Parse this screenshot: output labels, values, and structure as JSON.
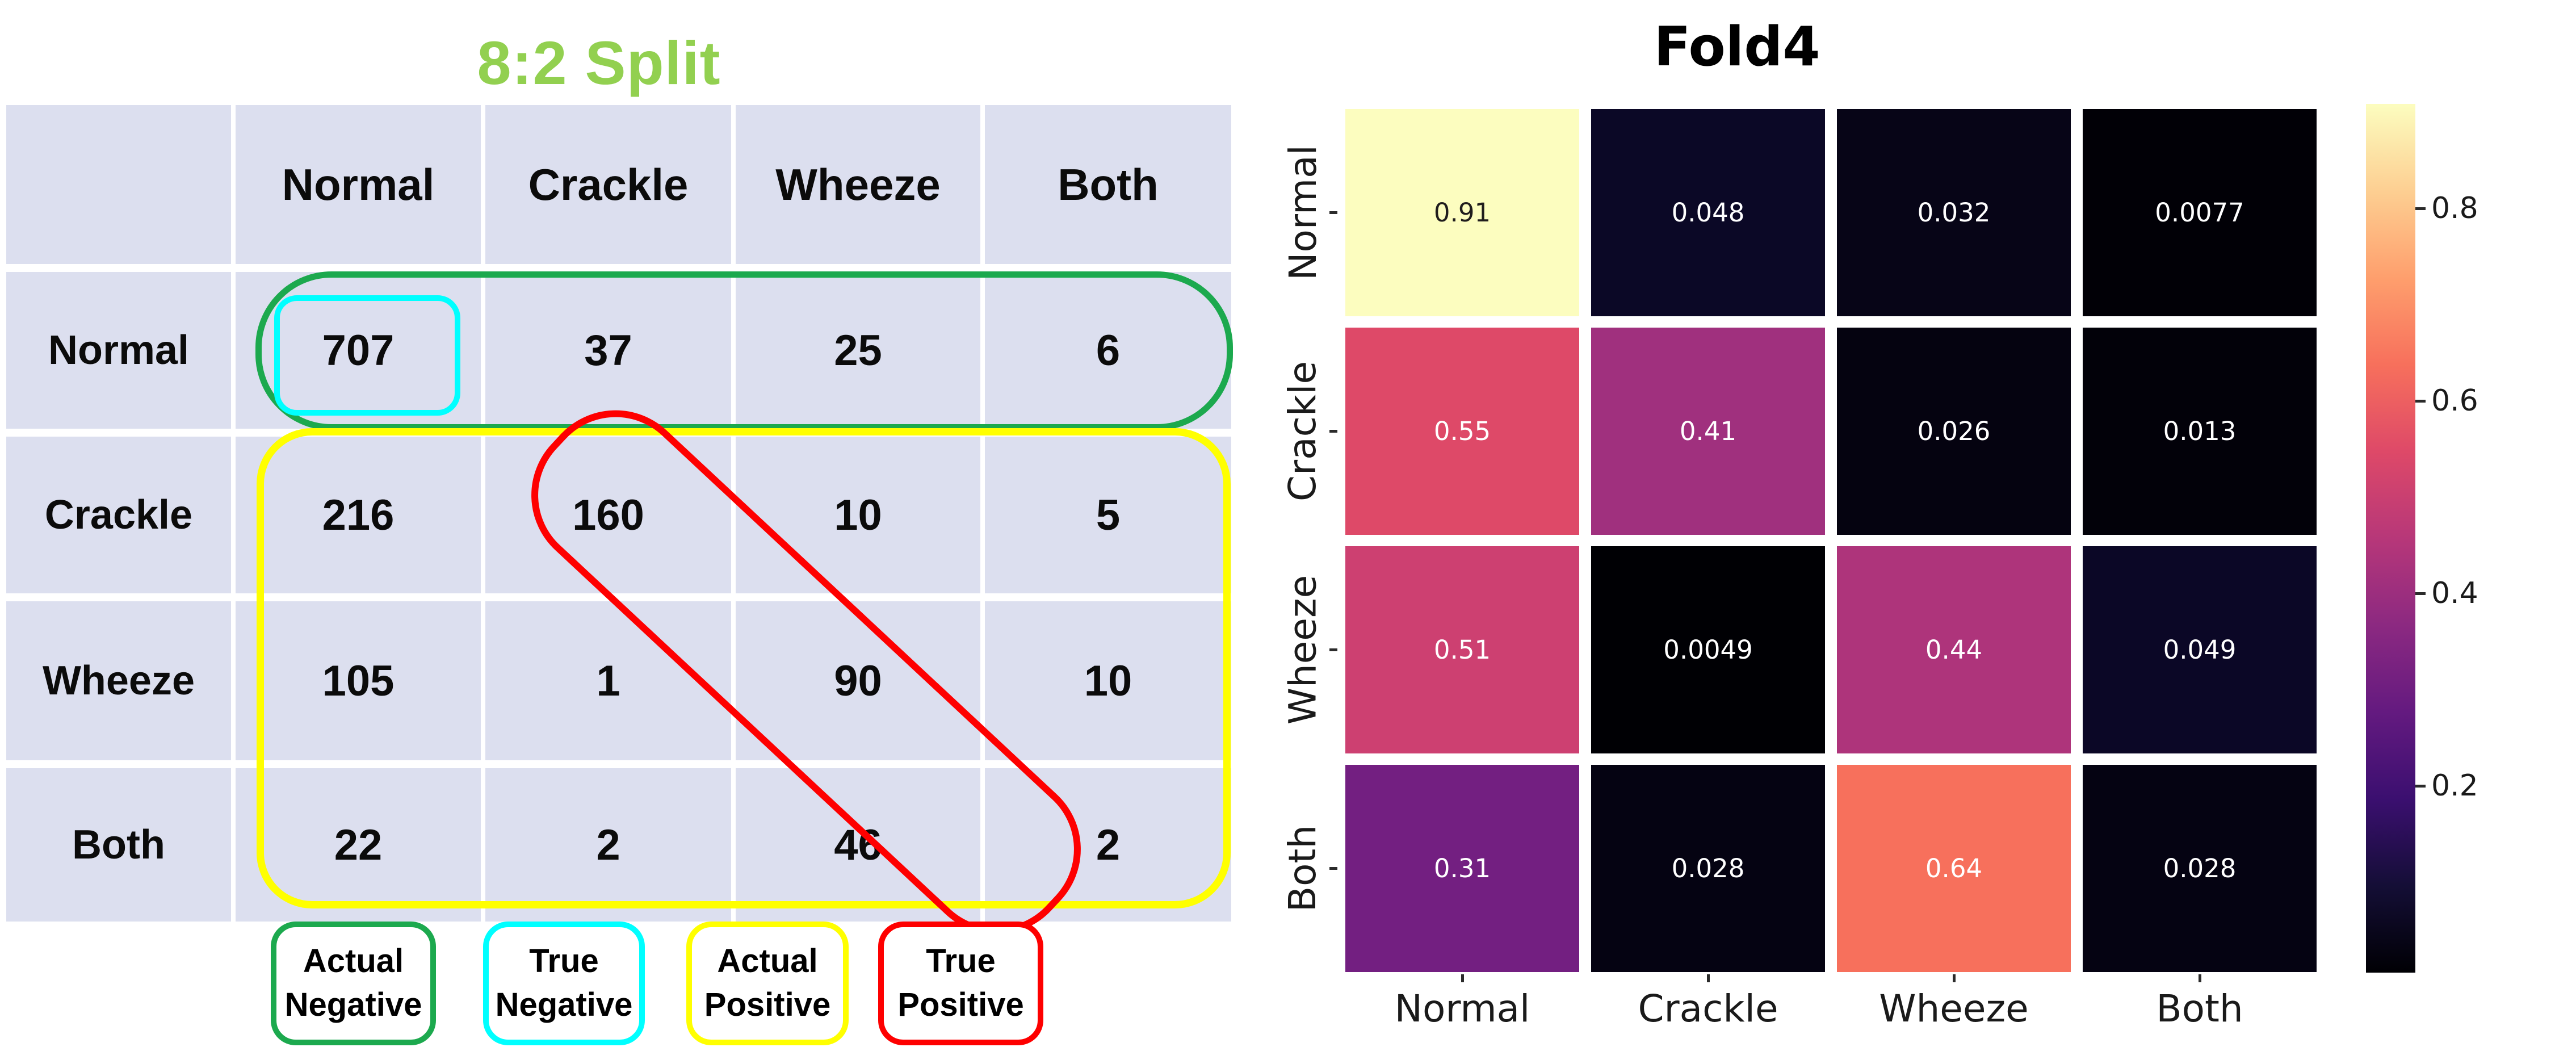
{
  "left_panel": {
    "title": "8:2 Split",
    "title_color": "#92d050",
    "table_bg": "#dcdfef",
    "col_headers": [
      "Normal",
      "Crackle",
      "Wheeze",
      "Both"
    ],
    "row_headers": [
      "Normal",
      "Crackle",
      "Wheeze",
      "Both"
    ],
    "matrix": [
      [
        "707",
        "37",
        "25",
        "6"
      ],
      [
        "216",
        "160",
        "10",
        "5"
      ],
      [
        "105",
        "1",
        "90",
        "10"
      ],
      [
        "22",
        "2",
        "46",
        "2"
      ]
    ],
    "legend": [
      {
        "label": "Actual\nNegative",
        "color": "#1ca94e"
      },
      {
        "label": "True\nNegative",
        "color": "#00ffff"
      },
      {
        "label": "Actual\nPositive",
        "color": "#ffff00"
      },
      {
        "label": "True\nPositive",
        "color": "#fe0000"
      }
    ]
  },
  "right_panel": {
    "title": "Fold4",
    "x_labels": [
      "Normal",
      "Crackle",
      "Wheeze",
      "Both"
    ],
    "y_labels": [
      "Normal",
      "Crackle",
      "Wheeze",
      "Both"
    ],
    "cells": [
      {
        "v": "0.91",
        "bg": "#fcfdbf",
        "fg": "#201d1d"
      },
      {
        "v": "0.048",
        "bg": "#0b0826",
        "fg": "#ffffff"
      },
      {
        "v": "0.032",
        "bg": "#070517",
        "fg": "#ffffff"
      },
      {
        "v": "0.0077",
        "bg": "#010006",
        "fg": "#ffffff"
      },
      {
        "v": "0.55",
        "bg": "#de4968",
        "fg": "#ffffff"
      },
      {
        "v": "0.41",
        "bg": "#a0307e",
        "fg": "#ffffff"
      },
      {
        "v": "0.026",
        "bg": "#050310",
        "fg": "#ffffff"
      },
      {
        "v": "0.013",
        "bg": "#020109",
        "fg": "#ffffff"
      },
      {
        "v": "0.51",
        "bg": "#cd4071",
        "fg": "#ffffff"
      },
      {
        "v": "0.0049",
        "bg": "#000004",
        "fg": "#ffffff"
      },
      {
        "v": "0.44",
        "bg": "#ae347b",
        "fg": "#ffffff"
      },
      {
        "v": "0.049",
        "bg": "#0b0726",
        "fg": "#ffffff"
      },
      {
        "v": "0.31",
        "bg": "#731f81",
        "fg": "#ffffff"
      },
      {
        "v": "0.028",
        "bg": "#050312",
        "fg": "#ffffff"
      },
      {
        "v": "0.64",
        "bg": "#f7705c",
        "fg": "#ffffff"
      },
      {
        "v": "0.028",
        "bg": "#050312",
        "fg": "#ffffff"
      }
    ],
    "colorbar": {
      "tick_labels": [
        "0.8",
        "0.6",
        "0.4",
        "0.2"
      ]
    }
  },
  "chart_data": [
    {
      "type": "table",
      "title": "8:2 Split",
      "columns": [
        "Normal",
        "Crackle",
        "Wheeze",
        "Both"
      ],
      "rows": [
        "Normal",
        "Crackle",
        "Wheeze",
        "Both"
      ],
      "values": [
        [
          707,
          37,
          25,
          6
        ],
        [
          216,
          160,
          10,
          5
        ],
        [
          105,
          1,
          90,
          10
        ],
        [
          22,
          2,
          46,
          2
        ]
      ],
      "annotations": [
        {
          "label": "Actual Negative",
          "color": "#1ca94e",
          "covers": "row Normal"
        },
        {
          "label": "True Negative",
          "color": "#00ffff",
          "covers": "cell Normal/Normal = 707"
        },
        {
          "label": "Actual Positive",
          "color": "#ffff00",
          "covers": "rows Crackle, Wheeze, Both"
        },
        {
          "label": "True Positive",
          "color": "#fe0000",
          "covers": "diagonal 160, 90, 2"
        }
      ]
    },
    {
      "type": "heatmap",
      "title": "Fold4",
      "x": [
        "Normal",
        "Crackle",
        "Wheeze",
        "Both"
      ],
      "y": [
        "Normal",
        "Crackle",
        "Wheeze",
        "Both"
      ],
      "values": [
        [
          0.91,
          0.048,
          0.032,
          0.0077
        ],
        [
          0.55,
          0.41,
          0.026,
          0.013
        ],
        [
          0.51,
          0.0049,
          0.44,
          0.049
        ],
        [
          0.31,
          0.028,
          0.64,
          0.028
        ]
      ],
      "colormap": "magma",
      "vmin": 0.0049,
      "vmax": 0.91,
      "colorbar_ticks": [
        0.8,
        0.6,
        0.4,
        0.2
      ],
      "legend_position": "right",
      "grid": false
    }
  ]
}
